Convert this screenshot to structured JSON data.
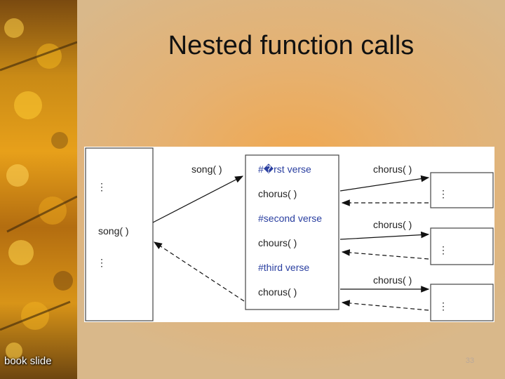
{
  "slide": {
    "title": "Nested function calls",
    "footer_left": "book slide",
    "page_number": "33"
  },
  "diagram": {
    "caller_label": "song( )",
    "call_label": "song( )",
    "song_body": [
      {
        "text": "#�rst verse",
        "kind": "comment"
      },
      {
        "text": "chorus( )",
        "kind": "call"
      },
      {
        "text": "#second verse",
        "kind": "comment"
      },
      {
        "text": "chours( )",
        "kind": "call"
      },
      {
        "text": "#third verse",
        "kind": "comment"
      },
      {
        "text": "chorus( )",
        "kind": "call"
      }
    ],
    "chorus_call_labels": [
      "chorus( )",
      "chorus( )",
      "chorus( )"
    ],
    "ellipsis": "⋮"
  }
}
